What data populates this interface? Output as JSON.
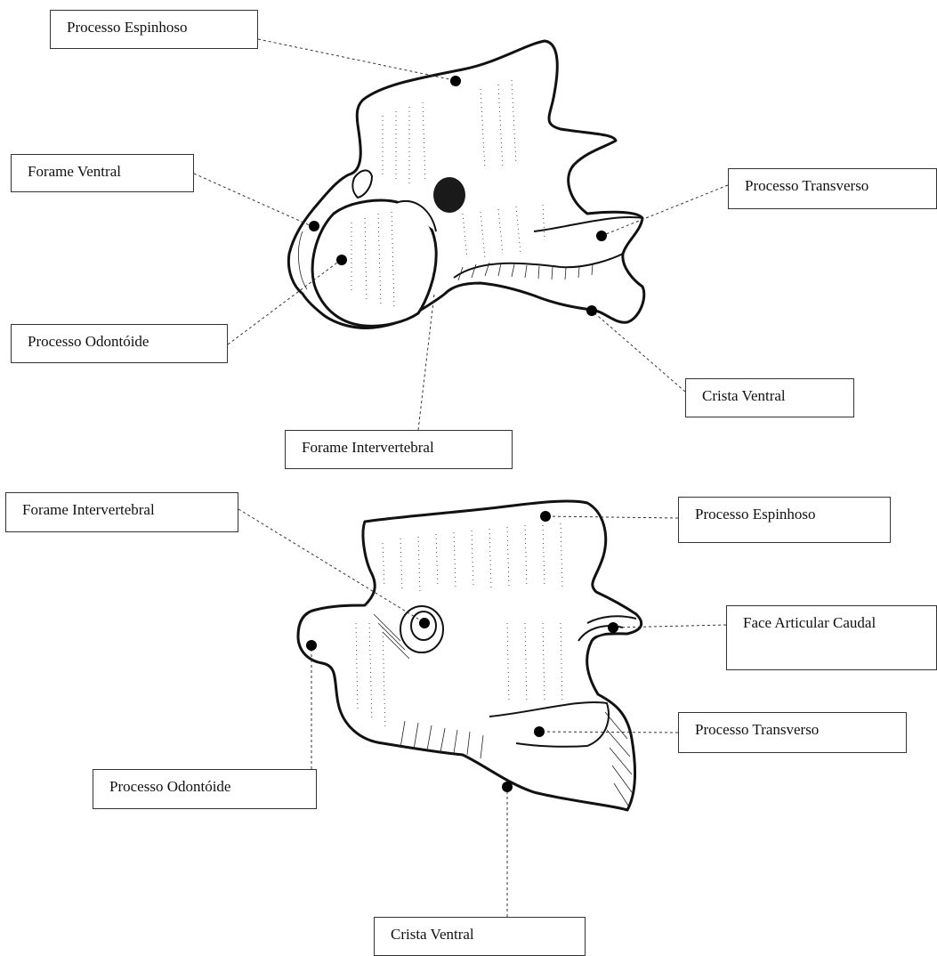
{
  "labels": {
    "top": {
      "processo_espinhoso": "Processo Espinhoso",
      "forame_ventral": "Forame Ventral",
      "processo_transverso": "Processo Transverso",
      "processo_odontoide": "Processo Odontóide",
      "crista_ventral": "Crista Ventral",
      "forame_intervertebral": "Forame Intervertebral"
    },
    "bottom": {
      "forame_intervertebral": "Forame Intervertebral",
      "processo_espinhoso": "Processo Espinhoso",
      "face_articular_caudal": "Face Articular Caudal",
      "processo_transverso": "Processo Transverso",
      "processo_odontoide": "Processo Odontóide",
      "crista_ventral": "Crista Ventral"
    }
  }
}
